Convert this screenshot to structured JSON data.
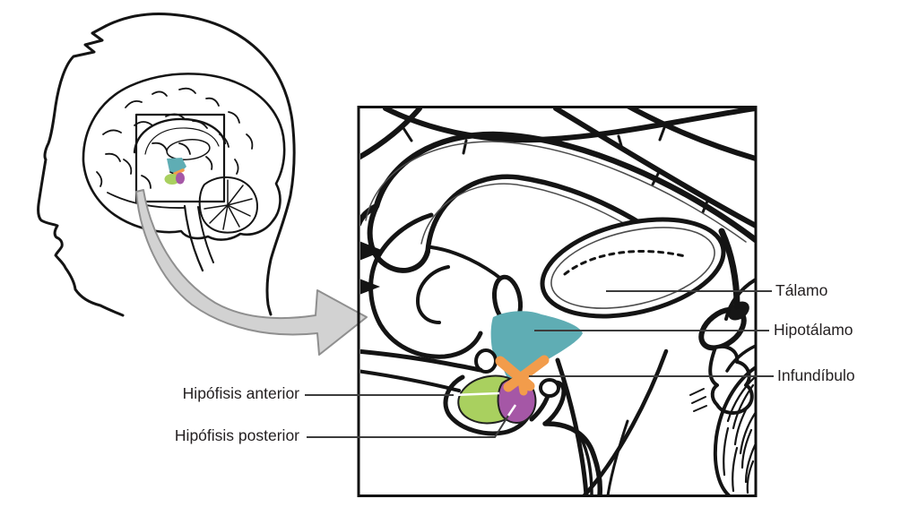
{
  "diagram": {
    "labels_right": [
      {
        "text": "Tálamo"
      },
      {
        "text": "Hipotálamo"
      },
      {
        "text": "Infundíbulo"
      }
    ],
    "labels_left": [
      {
        "text": "Hipófisis anterior"
      },
      {
        "text": "Hipófisis posterior"
      }
    ]
  },
  "colors": {
    "hypothalamus": "#5fadb4",
    "infundibulum": "#f29c4b",
    "anterior_pituitary": "#a9d05f",
    "posterior_pituitary": "#a557a6",
    "arrow_fill": "#d2d2d2",
    "arrow_stroke": "#8f8f8f",
    "line_art": "#141414",
    "label_text": "#231f20"
  },
  "icons": {
    "magnify_arrow": "curved-arrow-right"
  }
}
